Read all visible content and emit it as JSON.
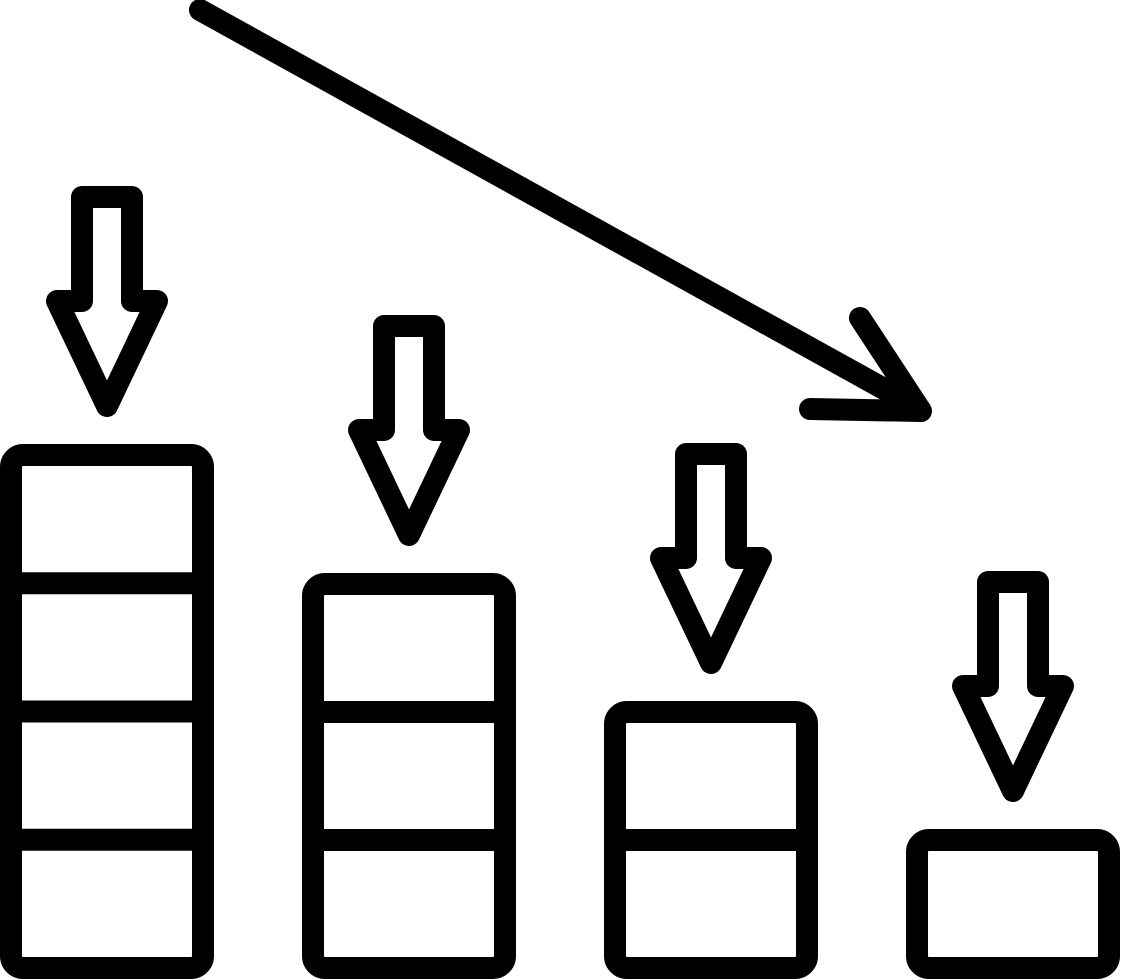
{
  "icon": {
    "name": "decrease-bar-chart-icon",
    "stroke_color": "#000000",
    "background_color": "#ffffff",
    "bar_count": 4,
    "bar_segments": [
      4,
      3,
      2,
      1
    ],
    "trend": "down"
  }
}
